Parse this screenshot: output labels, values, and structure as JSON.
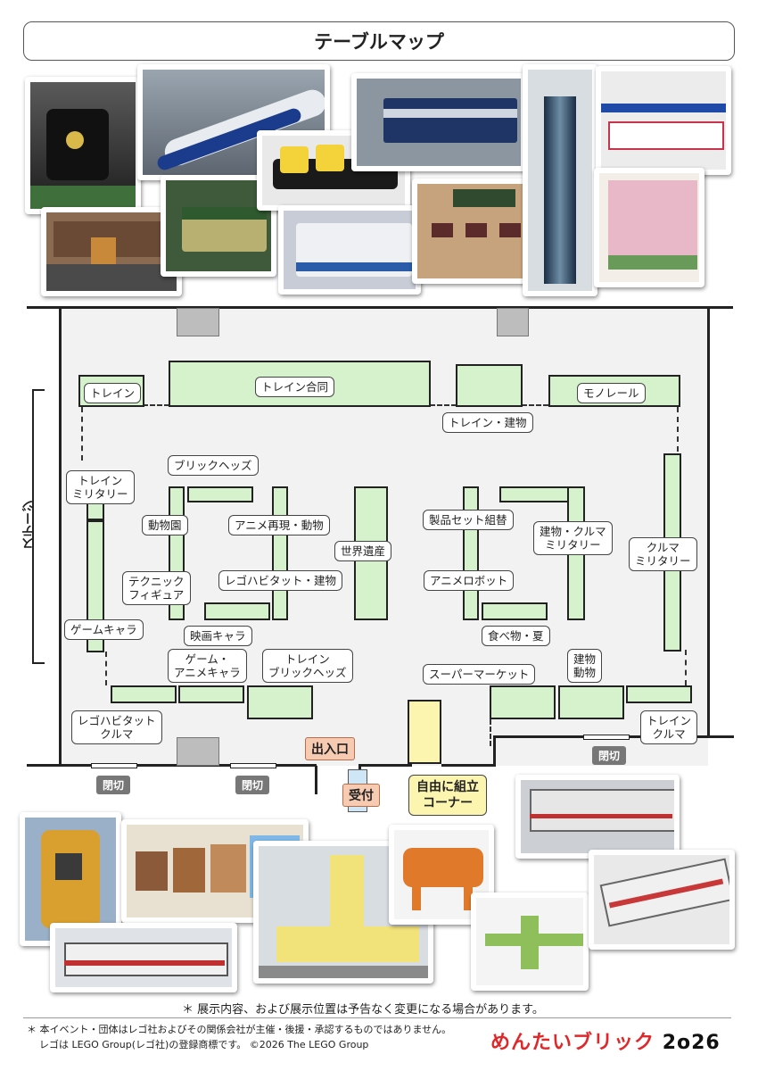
{
  "title": "テーブルマップ",
  "photos_top": [
    {
      "name": "steam-locomotive-photo",
      "color": "#2b2b2b",
      "accent": "#d8b94a"
    },
    {
      "name": "bullet-train-photo",
      "color": "#6b7b8c",
      "accent": "#1b3c8c"
    },
    {
      "name": "roundhouse-photo",
      "color": "#8a6a50",
      "accent": "#3a3a3a"
    },
    {
      "name": "green-tram-photo",
      "color": "#4f6d4a",
      "accent": "#b8b070"
    },
    {
      "name": "sushi-photo",
      "color": "#f3d23a",
      "accent": "#1a1a1a"
    },
    {
      "name": "blue-train-photo",
      "color": "#1f3566",
      "accent": "#cfd6e0"
    },
    {
      "name": "white-train-photo",
      "color": "#d9dde6",
      "accent": "#2a5caa"
    },
    {
      "name": "classroom-photo",
      "color": "#c7a37d",
      "accent": "#5b2b2b"
    },
    {
      "name": "tower-photo",
      "color": "#6e8ea6",
      "accent": "#1a2d44"
    },
    {
      "name": "monorail-photo",
      "color": "#ececec",
      "accent": "#c8324a"
    },
    {
      "name": "pink-building-photo",
      "color": "#e8b8c8",
      "accent": "#6a9a5a"
    }
  ],
  "map": {
    "tables": [
      "トレイン",
      "トレイン合同",
      "トレイン・建物",
      "モノレール",
      "ブリックヘッズ",
      "トレイン\nミリタリー",
      "動物園",
      "アニメ再現・動物",
      "世界遺産",
      "製品セット組替",
      "建物・クルマ\nミリタリー",
      "クルマ\nミリタリー",
      "テクニック\nフィギュア",
      "レゴハビタット・建物",
      "アニメロボット",
      "ゲームキャラ",
      "映画キャラ",
      "食べ物・夏",
      "ゲーム・\nアニメキャラ",
      "トレイン\nブリックヘッズ",
      "スーパーマーケット",
      "建物\n動物",
      "レゴハビタット\nクルマ",
      "トレイン\nクルマ"
    ],
    "stage": "ステージ",
    "entrance": "出入口",
    "reception": "受付",
    "free_build": "自由に組立\nコーナー",
    "gates": [
      "閉切",
      "閉切",
      "閉切"
    ]
  },
  "photos_bottom": [
    {
      "name": "robot-photo",
      "color": "#d9a030",
      "accent": "#3a3a3a"
    },
    {
      "name": "brickheadz-photo",
      "color": "#e8e0d0",
      "accent": "#7fb8e8"
    },
    {
      "name": "train-diorama-photo",
      "color": "#f0f0f0",
      "accent": "#c03030"
    },
    {
      "name": "church-photo",
      "color": "#f2e27a",
      "accent": "#8a8a8a"
    },
    {
      "name": "tiger-photo",
      "color": "#e07a2a",
      "accent": "#222"
    },
    {
      "name": "airplane-photo",
      "color": "#8fbf5a",
      "accent": "#3a5a2a"
    },
    {
      "name": "tram-photo",
      "color": "#e6e6e6",
      "accent": "#c03030"
    },
    {
      "name": "bus-photo",
      "color": "#f0f0f0",
      "accent": "#c83838"
    }
  ],
  "note": "＊ 展示内容、および展示位置は予告なく変更になる場合があります。",
  "footer": {
    "line1": "＊ 本イベント・団体はレゴ社およびその関係会社が主催・後援・承認するものではありません。",
    "line2": "レゴは LEGO Group(レゴ社)の登録商標です。 ©2026 The LEGO Group"
  },
  "logo": {
    "text": "めんたいブリック",
    "year": "2o26",
    "color": "#e0282a"
  }
}
